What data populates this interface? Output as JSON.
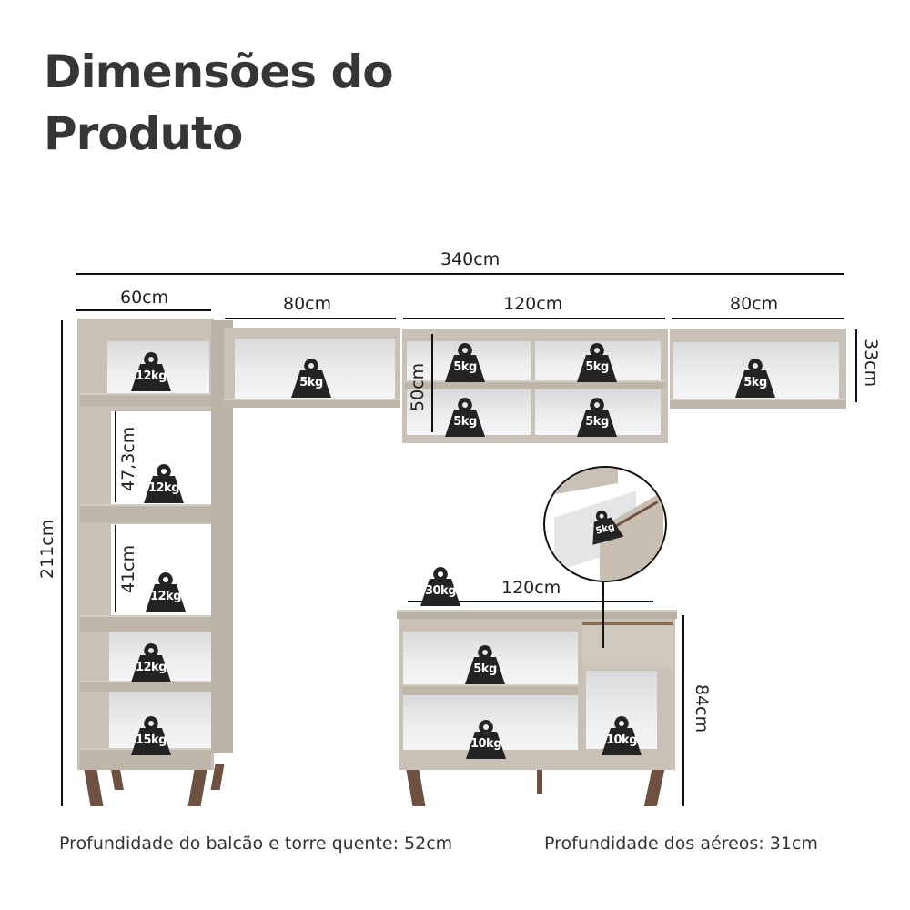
{
  "title": {
    "line1": "Dimensões do",
    "line2": "Produto"
  },
  "dimensions": {
    "total_width": "340cm",
    "tower_width": "60cm",
    "upper_left_width": "80cm",
    "upper_middle_width": "120cm",
    "upper_right_width": "80cm",
    "upper_height": "33cm",
    "upper_middle_height": "50cm",
    "tower_height": "211cm",
    "tower_niche_1": "47,3cm",
    "tower_niche_2": "41cm",
    "counter_width": "120cm",
    "counter_height": "84cm"
  },
  "weights": {
    "tower": [
      "12kg",
      "12kg",
      "12kg",
      "12kg",
      "15kg"
    ],
    "upper_left": "5kg",
    "upper_middle": [
      "5kg",
      "5kg",
      "5kg",
      "5kg"
    ],
    "upper_right": "5kg",
    "counter_top": "30kg",
    "counter_shelf_top": "5kg",
    "counter_shelf_bottom": "10kg",
    "counter_right_niche": "10kg",
    "drawer": "5kg"
  },
  "footer": {
    "left": "Profundidade do balcão e torre quente: 52cm",
    "right": "Profundidade dos aéreos: 31cm"
  },
  "colors": {
    "furniture": "#c9c1b5",
    "legs": "#6e5140",
    "weight_icon": "#232323",
    "title": "#363636"
  }
}
